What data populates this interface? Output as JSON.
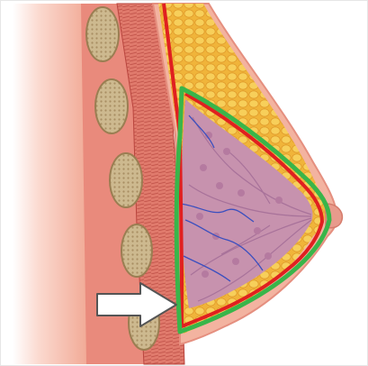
{
  "illustration": {
    "subject": "breast-anatomy-cross-section",
    "colors": {
      "skin_outer": "#f4b7a6",
      "skin_edge": "#e58f7f",
      "fat": "#f3c64c",
      "fat_dark": "#e6a82f",
      "gland": "#c98fb0",
      "gland_dark": "#a8729a",
      "muscle": "#d96a5e",
      "muscle_dark": "#b9453e",
      "rib": "#d9c8a4",
      "rib_fill": "#c9b58c",
      "outline_green": "#39b54a",
      "outline_red": "#e02020",
      "vessel_blue": "#3b4fbf",
      "arrow_fill": "#ffffff",
      "arrow_stroke": "#555555"
    },
    "annotations": {
      "arrow": "pointer-arrow-icon",
      "green_outline": "breast-tissue-boundary",
      "red_outline": "mastectomy-margin"
    }
  }
}
